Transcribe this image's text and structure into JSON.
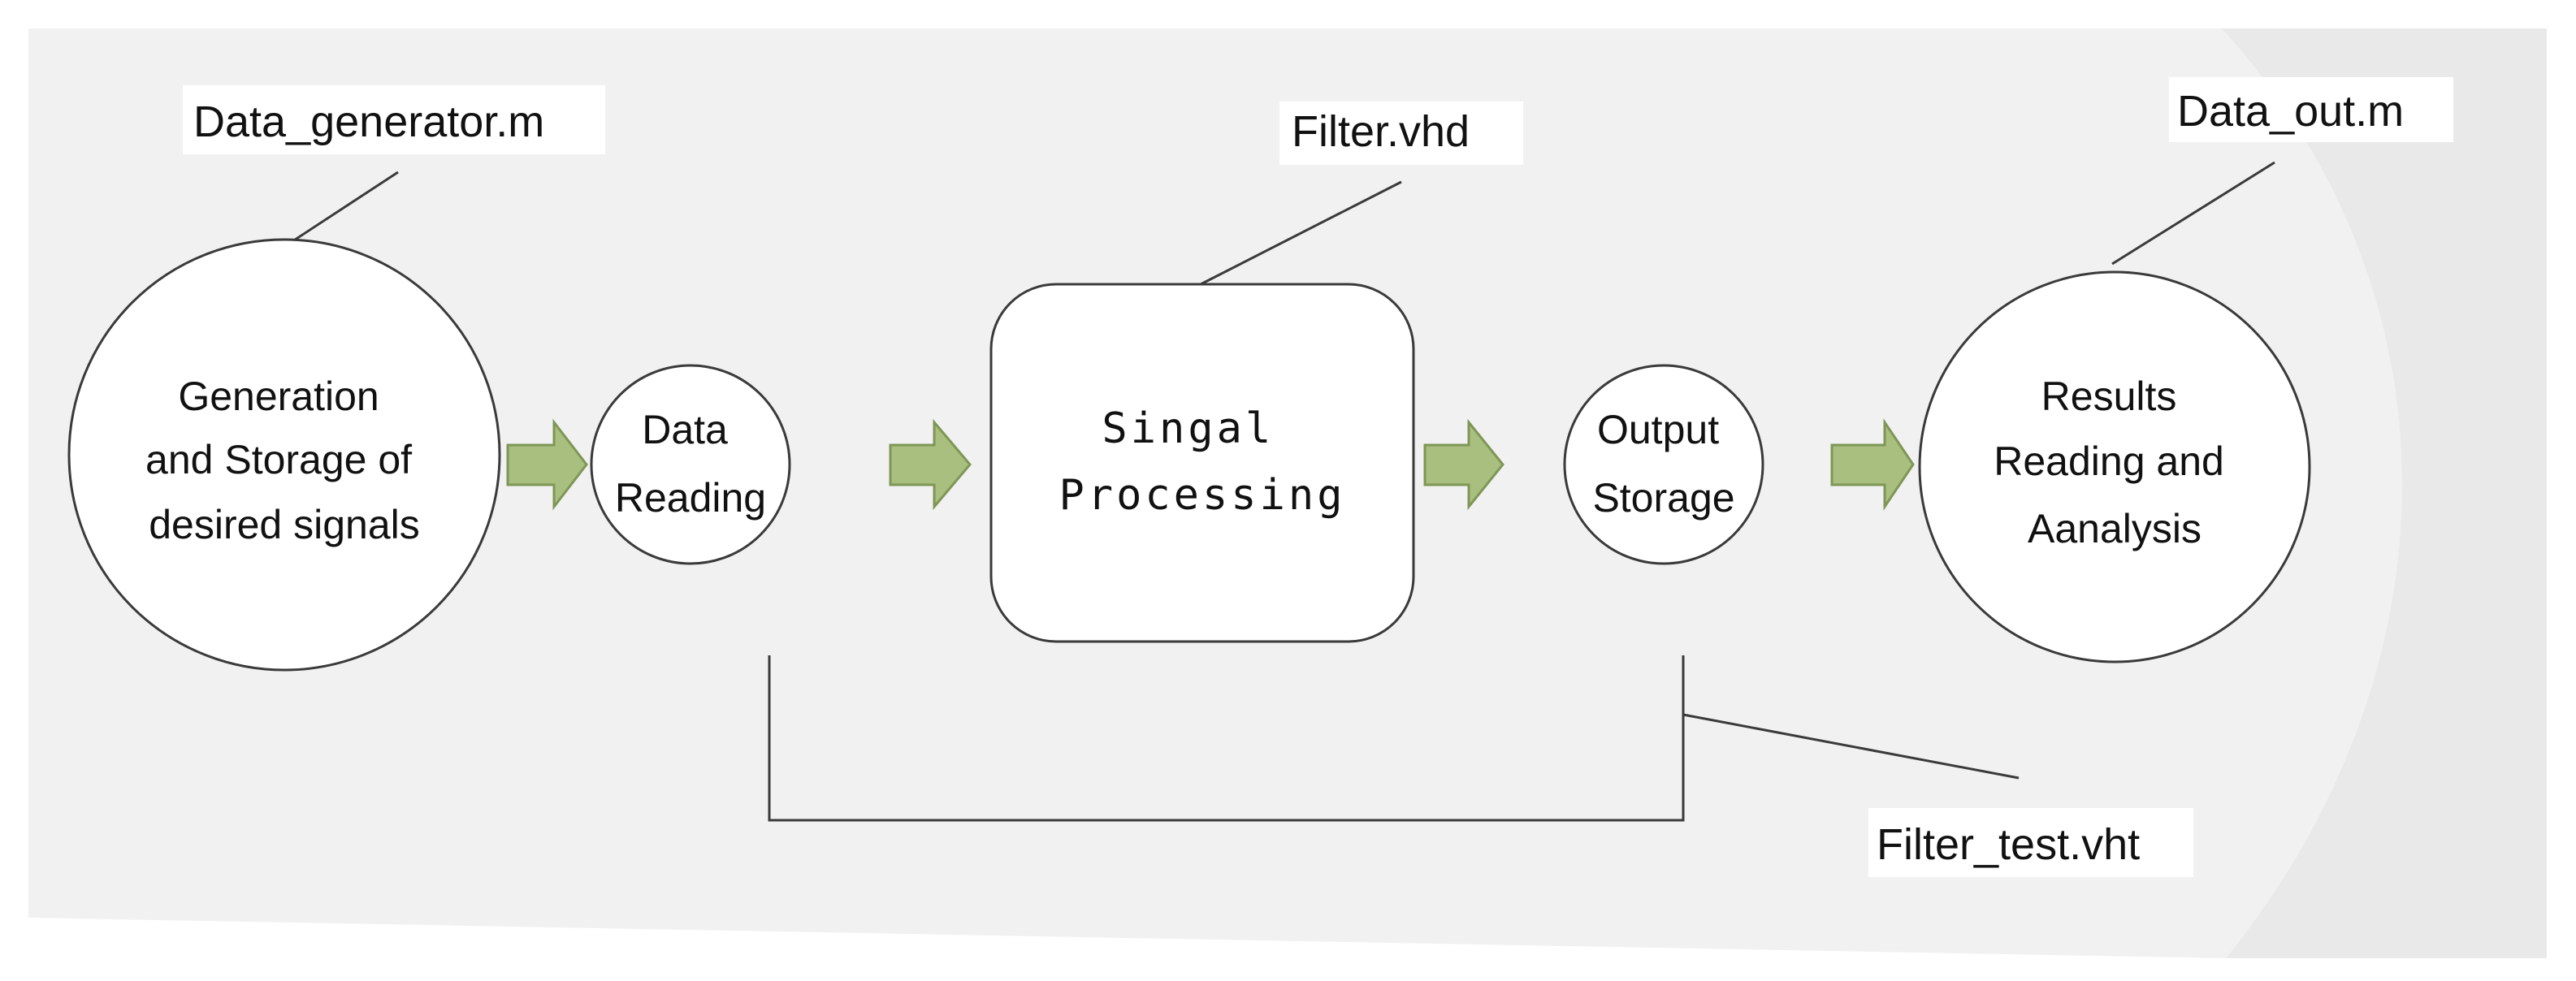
{
  "labels": {
    "data_generator": "Data_generator.m",
    "filter_vhd": "Filter.vhd",
    "data_out": "Data_out.m",
    "filter_test": "Filter_test.vht"
  },
  "nodes": {
    "generation": [
      "Generation",
      "and Storage of",
      "desired signals"
    ],
    "data_reading": [
      "Data",
      "Reading"
    ],
    "signal_processing": [
      "Singal",
      "Processing"
    ],
    "output_storage": [
      "Output",
      "Storage"
    ],
    "results": [
      "Results",
      "Reading and",
      "Aanalysis"
    ]
  },
  "colors": {
    "background_panel": "#f3f3f3",
    "arrow_fill": "#a9bf7f",
    "outline": "#3a3a3a"
  }
}
